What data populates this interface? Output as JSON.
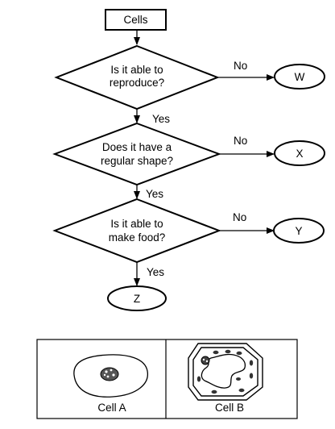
{
  "flowchart": {
    "start": "Cells",
    "questions": [
      {
        "line1": "Is it able to",
        "line2": "reproduce?",
        "no": "No",
        "yes": "Yes",
        "outcome": "W"
      },
      {
        "line1": "Does it have a",
        "line2": "regular shape?",
        "no": "No",
        "yes": "Yes",
        "outcome": "X"
      },
      {
        "line1": "Is it able to",
        "line2": "make food?",
        "no": "No",
        "yes": "Yes",
        "outcome": "Y"
      }
    ],
    "final": "Z"
  },
  "cells_panel": {
    "cell_a": "Cell A",
    "cell_b": "Cell B"
  }
}
